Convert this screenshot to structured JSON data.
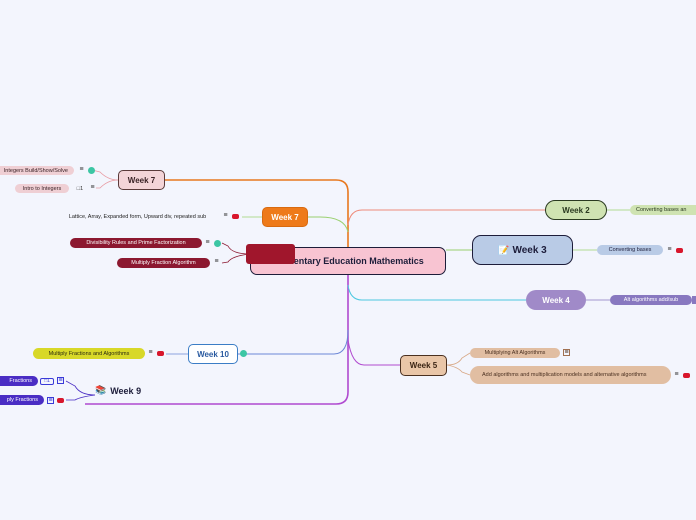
{
  "title": "Elementary Education Mathematics",
  "colors": {
    "background": "#f3f5fd",
    "main_fill": "#f8c4d2",
    "orange": "#ee7a1a",
    "week2": "#cfe3b2",
    "week3": "#b9cbe6",
    "week4": "#a08ac8",
    "week5": "#e9c6a8",
    "week10_border": "#3b7dc6",
    "purple": "#4a2dc4",
    "red": "#8c1830"
  },
  "nodes": {
    "week7_top": {
      "label": "Week 7",
      "children": [
        {
          "label": "Integers Build/Show/Solve",
          "icons": [
            "notes-icon",
            "teal-badge-icon"
          ]
        },
        {
          "label": "Intro to Integers",
          "comment_count": "1",
          "icons": [
            "comment-icon",
            "notes-icon"
          ]
        }
      ]
    },
    "week7_orange": {
      "label": "Week 7",
      "child": "Lattice, Array, Expanded form, Upward div, repeated sub"
    },
    "red_week": {
      "children": [
        "Divisibility Rules and Prime Factorization",
        "Multiply Fraction Algorithm"
      ]
    },
    "week10": {
      "label": "Week 10",
      "child": "Multiply Fractions and Algorithms"
    },
    "week9": {
      "label": "Week 9",
      "icon": "books-icon",
      "children": [
        {
          "label": "Fractions",
          "comment_count": "1"
        },
        {
          "label": "ply Fractions"
        }
      ]
    },
    "week2": {
      "label": "Week 2",
      "child": "Converting bases an"
    },
    "week3": {
      "label": "Week 3",
      "icon": "memo-icon",
      "child": "Converting bases"
    },
    "week4": {
      "label": "Week 4",
      "child": "Alt algorithms add/sub"
    },
    "week5": {
      "label": "Week 5",
      "children": [
        "Multiplying Alt Algorithms",
        "Add algorithms and multiplication models and alternative algorithms"
      ]
    }
  }
}
